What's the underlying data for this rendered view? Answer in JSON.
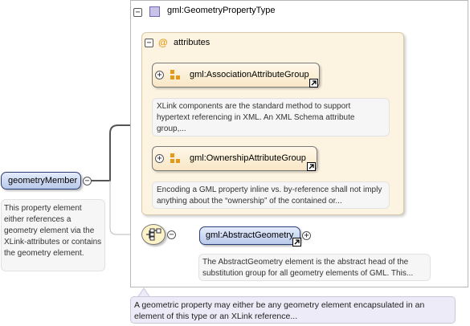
{
  "root_type": {
    "name": "gml:GeometryPropertyType",
    "collapse_symbol": "−"
  },
  "attributes_section": {
    "label": "attributes",
    "at_symbol": "@",
    "collapse_symbol": "−"
  },
  "attribute_groups": [
    {
      "name": "gml:AssociationAttributeGroup",
      "expand_symbol": "+",
      "description": "XLink components are the standard method to support hypertext referencing in XML. An XML Schema attribute group,..."
    },
    {
      "name": "gml:OwnershipAttributeGroup",
      "expand_symbol": "+",
      "description": "Encoding a GML property inline vs. by-reference shall not imply anything about the “ownership” of the contained or..."
    }
  ],
  "root_element": {
    "name": "geometryMember",
    "collapse_symbol": "−",
    "description": "This property element either references a geometry element via the XLink-attributes or contains the geometry element."
  },
  "sequence": {
    "collapse_symbol": "−"
  },
  "child_element": {
    "name": "gml:AbstractGeometry",
    "expand_symbol": "+",
    "description": "The AbstractGeometry element is the abstract head of the substitution group for all geometry elements of GML. This..."
  },
  "type_note": "A geometric property may either be any geometry element encapsulated in an element of this type or an XLink reference...",
  "colors": {
    "element_fill": "#c6d4f0",
    "element_border": "#2b3e73",
    "attribute_panel": "#fdf3e1",
    "group_icon": "#e39a1a",
    "type_icon": "#c9c3ea",
    "note_fill": "#ecebf7"
  },
  "icons": [
    "collapse-icon",
    "expand-icon",
    "reference-arrow-icon",
    "attribute-group-icon",
    "complex-type-icon",
    "sequence-compositor-icon"
  ]
}
